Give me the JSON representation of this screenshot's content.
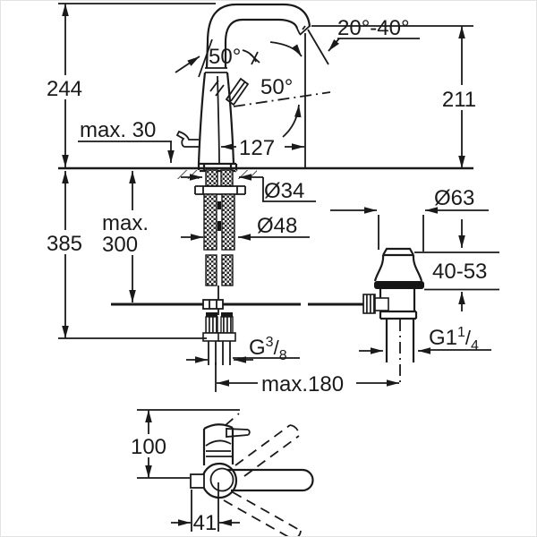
{
  "drawing": {
    "type": "faucet-installation-dimension-drawing",
    "labels": {
      "height_top": "244",
      "height_below": "385",
      "spout_height": "211",
      "spout_reach": "127",
      "deck_thickness": "max. 30",
      "install_depth_line1": "max.",
      "install_depth_line2": "300",
      "shank_diameter": "Ø34",
      "base_diameter": "Ø48",
      "waste_diameter": "Ø63",
      "clamp_range": "40-53",
      "rod_length": "max.180",
      "outlet_angle": "20°-40°",
      "swivel_angle": "50°",
      "aerator_angle": "50°",
      "top_view_reach": "100",
      "top_view_offset": "41",
      "supply_thread": {
        "base": "G",
        "sup": "3",
        "slash": "/",
        "sub": "8"
      },
      "waste_thread": {
        "base": "G1",
        "sup": "1",
        "slash": "/",
        "sub": "4"
      }
    },
    "colors": {
      "line": "#1a1a1a",
      "background": "#ffffff"
    }
  }
}
